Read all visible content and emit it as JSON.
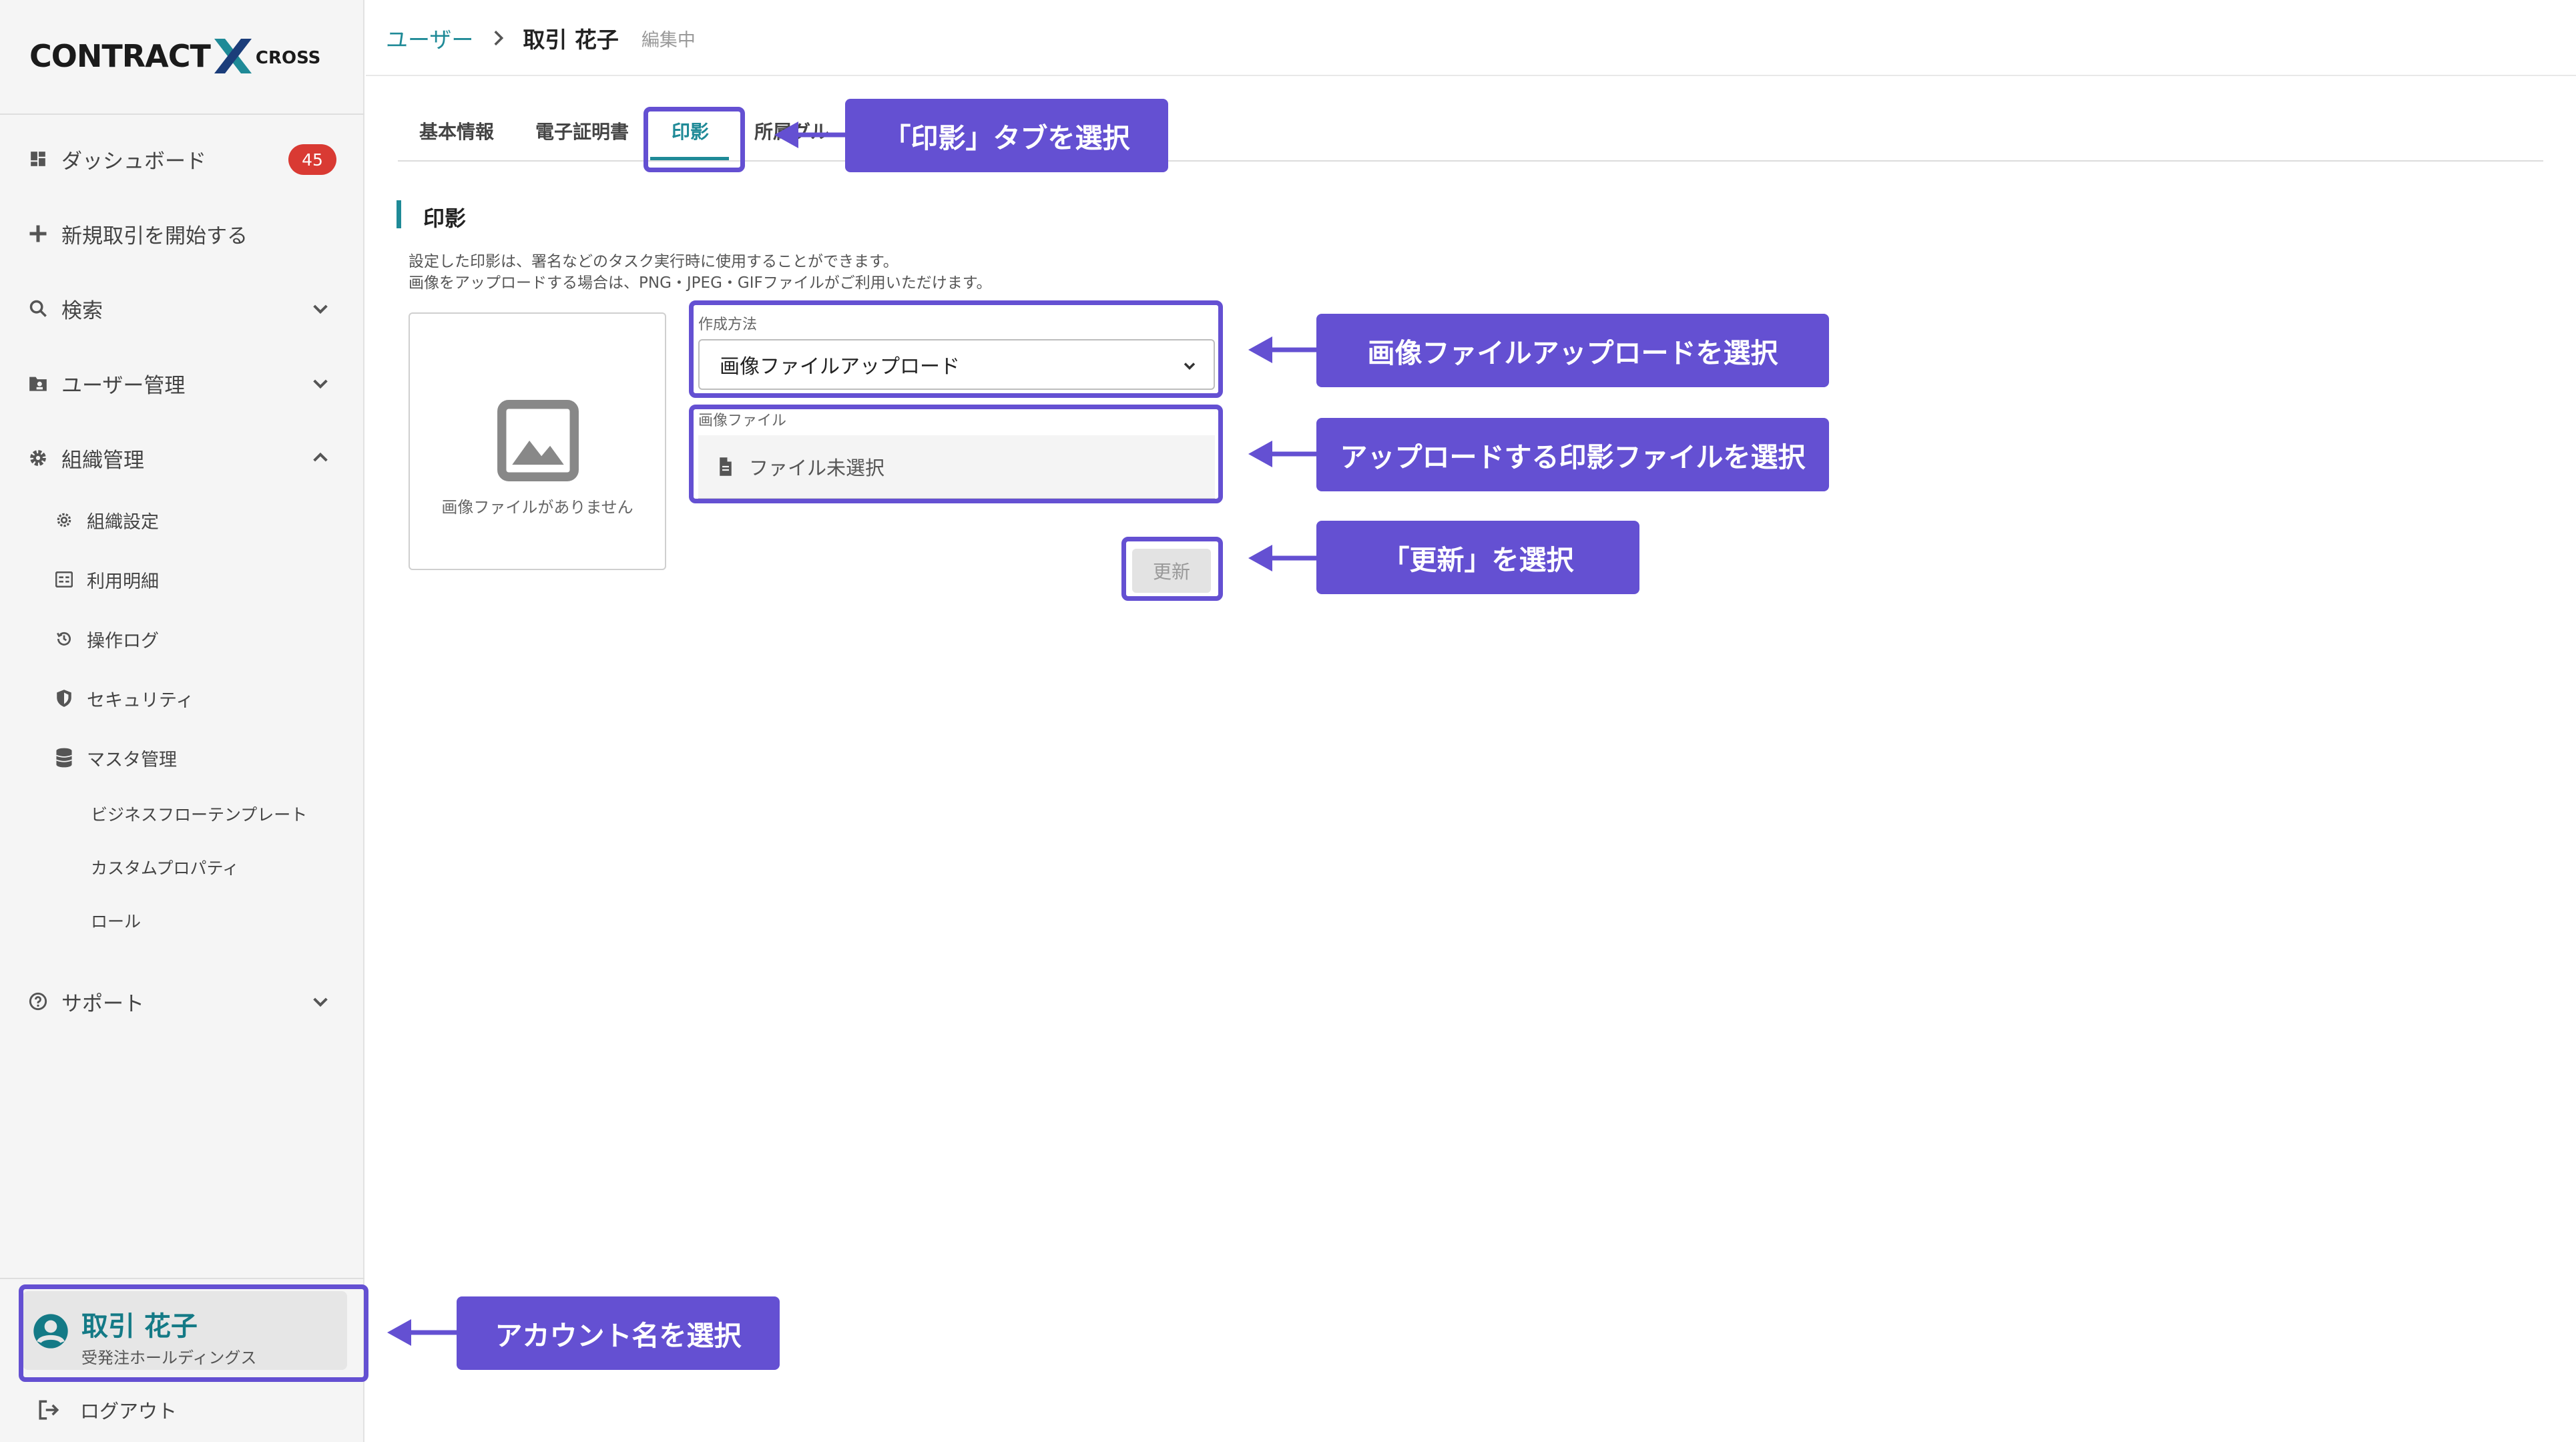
{
  "brand": {
    "logo_main": "CONTRACT",
    "logo_x": "X",
    "logo_sub": "CROSS"
  },
  "sidebar": {
    "dashboard": {
      "label": "ダッシュボード",
      "badge": "45"
    },
    "new_deal": {
      "label": "新規取引を開始する"
    },
    "search": {
      "label": "検索"
    },
    "user_mgmt": {
      "label": "ユーザー管理"
    },
    "org_mgmt": {
      "label": "組織管理",
      "children": [
        {
          "label": "組織設定"
        },
        {
          "label": "利用明細"
        },
        {
          "label": "操作ログ"
        },
        {
          "label": "セキュリティ"
        },
        {
          "label": "マスタ管理"
        }
      ],
      "master_children": [
        {
          "label": "ビジネスフローテンプレート"
        },
        {
          "label": "カスタムプロパティ"
        },
        {
          "label": "ロール"
        }
      ]
    },
    "support": {
      "label": "サポート"
    },
    "account": {
      "name": "取引 花子",
      "org": "受発注ホールディングス"
    },
    "logout": {
      "label": "ログアウト"
    }
  },
  "header": {
    "breadcrumb_parent": "ユーザー",
    "breadcrumb_current": "取引 花子",
    "status": "編集中"
  },
  "tabs": [
    {
      "label": "基本情報"
    },
    {
      "label": "電子証明書"
    },
    {
      "label": "印影",
      "active": true
    },
    {
      "label": "所属グル"
    }
  ],
  "section": {
    "title": "印影",
    "desc_line1": "設定した印影は、署名などのタスク実行時に使用することができます。",
    "desc_line2": "画像をアップロードする場合は、PNG・JPEG・GIFファイルがご利用いただけます。"
  },
  "preview": {
    "empty_text": "画像ファイルがありません"
  },
  "form": {
    "method_label": "作成方法",
    "method_value": "画像ファイルアップロード",
    "file_label": "画像ファイル",
    "file_value": "ファイル未選択",
    "update_label": "更新"
  },
  "annotations": {
    "tab_callout": "「印影」タブを選択",
    "method_callout": "画像ファイルアップロードを選択",
    "file_callout": "アップロードする印影ファイルを選択",
    "update_callout": "「更新」を選択",
    "account_callout": "アカウント名を選択"
  },
  "colors": {
    "accent": "#1f8a97",
    "annotation": "#6450d2",
    "badge": "#d93a33"
  }
}
